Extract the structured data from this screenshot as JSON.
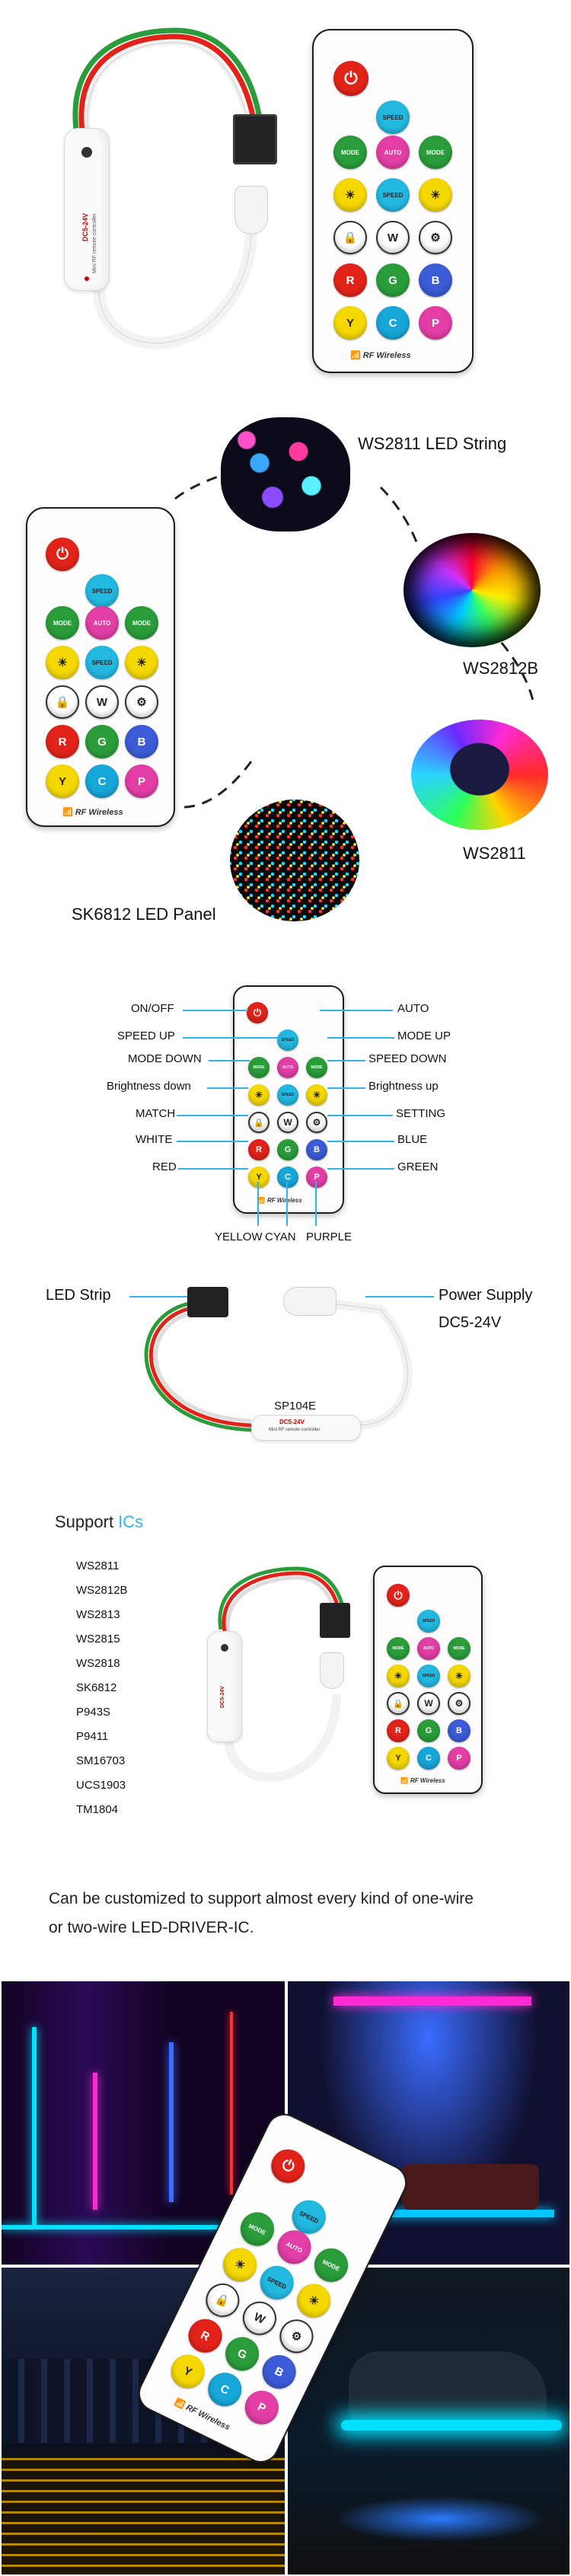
{
  "colors": {
    "accent_blue": "#2fb3e8",
    "red": "#e2231a",
    "green": "#2a9d3a",
    "blue": "#3c5bd6",
    "yellow": "#f5d800",
    "cyan": "#17a6d8",
    "purple": "#e23ea6",
    "line_blue": "#2fb3e8"
  },
  "remote": {
    "power_icon": "power-icon",
    "speed_label": "SPEED",
    "auto_label": "AUTO",
    "mode_label": "MODE",
    "r_label": "R",
    "g_label": "G",
    "b_label": "B",
    "y_label": "Y",
    "c_label": "C",
    "p_label": "P",
    "w_label": "W",
    "brand_text": "RF Wireless"
  },
  "controller": {
    "voltage": "DC5-24V",
    "desc": "Mini RF remote controller"
  },
  "compat": {
    "items": [
      {
        "label": "WS2811 LED String"
      },
      {
        "label": "WS2812B"
      },
      {
        "label": "WS2811"
      },
      {
        "label": "SK6812 LED Panel"
      }
    ]
  },
  "functions": {
    "left": [
      "ON/OFF",
      "SPEED UP",
      "MODE DOWN",
      "Brightness down",
      "MATCH",
      "WHITE",
      "RED"
    ],
    "right": [
      "AUTO",
      "MODE UP",
      "SPEED DOWN",
      "Brightness up",
      "SETTING",
      "BLUE",
      "GREEN"
    ],
    "bottom": [
      "YELLOW",
      "CYAN",
      "PURPLE"
    ]
  },
  "connection": {
    "left_label": "LED Strip",
    "right_label_1": "Power Supply",
    "right_label_2": "DC5-24V",
    "model": "SP104E"
  },
  "support": {
    "title_prefix": "Support ",
    "title_highlight": "ICs",
    "ics": [
      "WS2811",
      "WS2812B",
      "WS2813",
      "WS2815",
      "WS2818",
      "SK6812",
      "P943S",
      "P9411",
      "SM16703",
      "UCS1903",
      "TM1804"
    ]
  },
  "note": {
    "line1": "Can be customized to support almost every kind of one-wire",
    "line2": "or two-wire LED-DRIVER-IC."
  }
}
